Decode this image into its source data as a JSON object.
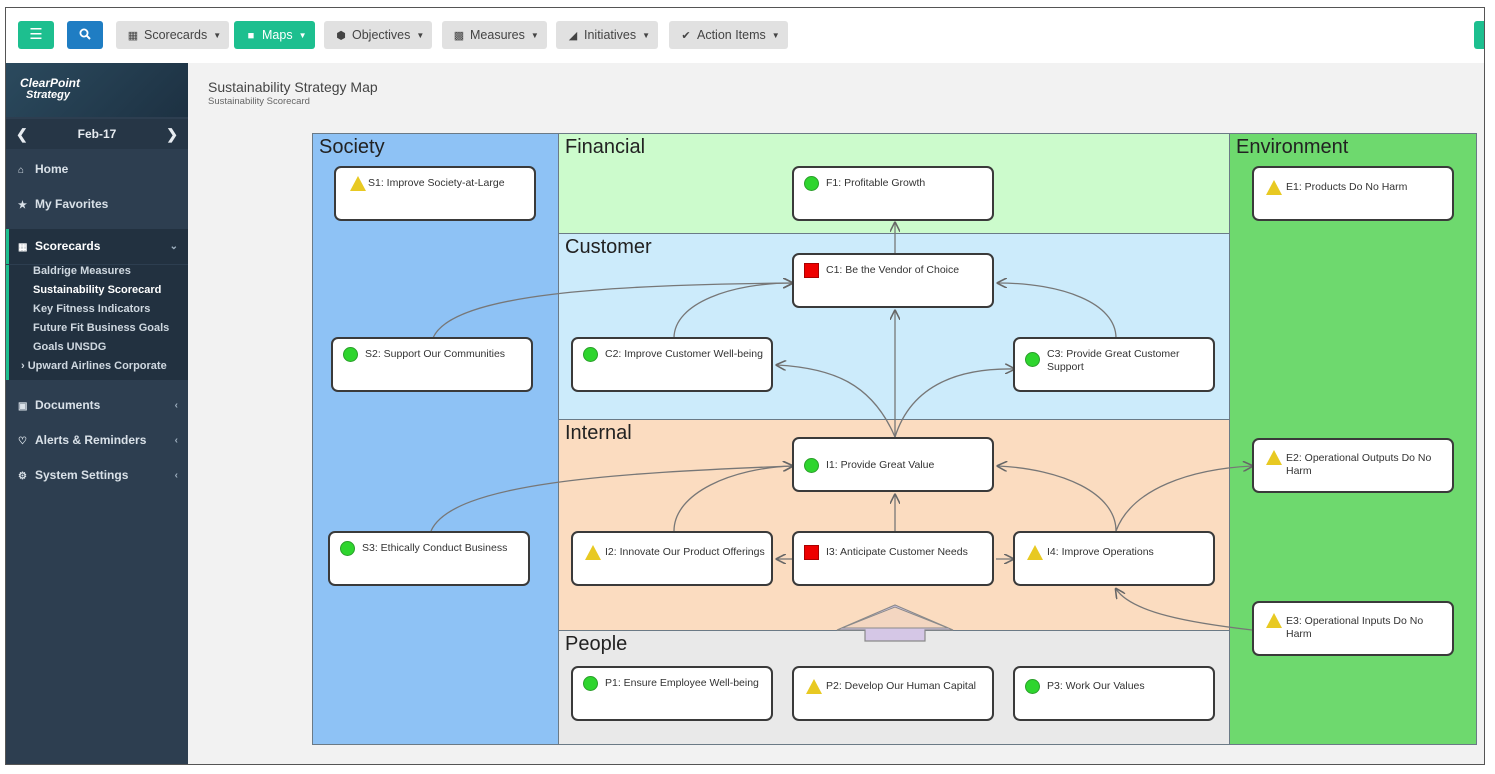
{
  "toolbar": {
    "menu_icon": "hamburger-icon",
    "search_icon": "search-icon",
    "items": [
      {
        "label": "Scorecards",
        "icon": "sitemap-icon"
      },
      {
        "label": "Maps",
        "icon": "map-icon"
      },
      {
        "label": "Objectives",
        "icon": "cube-icon"
      },
      {
        "label": "Measures",
        "icon": "bar-chart-icon"
      },
      {
        "label": "Initiatives",
        "icon": "area-chart-icon"
      },
      {
        "label": "Action Items",
        "icon": "check-icon"
      }
    ]
  },
  "sidebar": {
    "logo_line1": "ClearPoint",
    "logo_line2": "Strategy",
    "period": "Feb-17",
    "nav": [
      {
        "label": "Home",
        "icon": "home-icon"
      },
      {
        "label": "My Favorites",
        "icon": "star-icon"
      },
      {
        "label": "Scorecards",
        "icon": "sitemap-icon"
      },
      {
        "label": "Documents",
        "icon": "archive-icon"
      },
      {
        "label": "Alerts & Reminders",
        "icon": "bell-icon"
      },
      {
        "label": "System Settings",
        "icon": "gear-icon"
      }
    ],
    "scorecards": [
      "Baldrige Measures",
      "Sustainability Scorecard",
      "Key Fitness Indicators",
      "Future Fit Business Goals",
      "Goals UNSDG",
      "Upward Airlines Corporate"
    ]
  },
  "page": {
    "title": "Sustainability Strategy Map",
    "subtitle": "Sustainability Scorecard"
  },
  "colors": {
    "accent": "#1dbf8f",
    "search": "#1f7dc3",
    "status_green": "#2ed52e",
    "status_red": "#ee0000",
    "status_yellow": "#e8c922",
    "society": "#8ec2f5",
    "financial": "#ccfbcc",
    "customer": "#ccebfb",
    "internal": "#fbdcc0",
    "people": "#e9e9e9",
    "environment": "#6ed96e"
  },
  "map": {
    "perspectives": {
      "society": "Society",
      "financial": "Financial",
      "customer": "Customer",
      "internal": "Internal",
      "people": "People",
      "environment": "Environment"
    },
    "objectives": {
      "s1": {
        "label": "S1: Improve Society-at-Large",
        "status": "yellow"
      },
      "s2": {
        "label": "S2: Support Our Communities",
        "status": "green"
      },
      "s3": {
        "label": "S3: Ethically Conduct Business",
        "status": "green"
      },
      "f1": {
        "label": "F1: Profitable Growth",
        "status": "green"
      },
      "c1": {
        "label": "C1: Be the Vendor of Choice",
        "status": "red"
      },
      "c2": {
        "label": "C2: Improve Customer Well-being",
        "status": "green"
      },
      "c3": {
        "label": "C3: Provide Great Customer Support",
        "status": "green"
      },
      "i1": {
        "label": "I1: Provide Great Value",
        "status": "green"
      },
      "i2": {
        "label": "I2: Innovate Our Product Offerings",
        "status": "yellow"
      },
      "i3": {
        "label": "I3: Anticipate Customer Needs",
        "status": "red"
      },
      "i4": {
        "label": "I4: Improve Operations",
        "status": "yellow"
      },
      "p1": {
        "label": "P1: Ensure Employee Well-being",
        "status": "green"
      },
      "p2": {
        "label": "P2: Develop Our Human Capital",
        "status": "yellow"
      },
      "p3": {
        "label": "P3: Work Our Values",
        "status": "green"
      },
      "e1": {
        "label": "E1: Products Do No Harm",
        "status": "yellow"
      },
      "e2": {
        "label": "E2: Operational Outputs Do No Harm",
        "status": "yellow"
      },
      "e3": {
        "label": "E3: Operational Inputs Do No Harm",
        "status": "yellow"
      }
    }
  }
}
